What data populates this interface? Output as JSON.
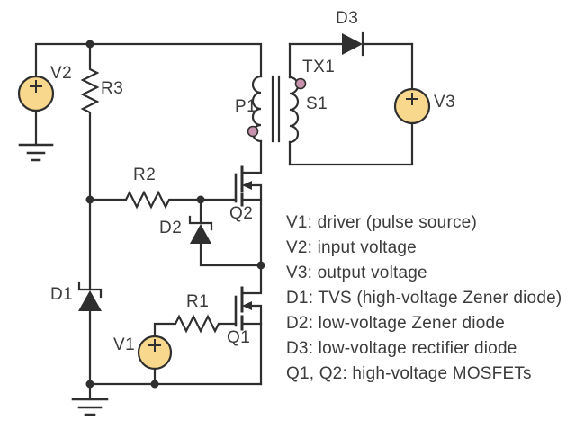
{
  "diagram": {
    "kind": "circuit-schematic",
    "description": "Two-switch flyback style circuit with transformer TX1, driver V1, input V2, output V3"
  },
  "labels": {
    "v1": "V1",
    "v2": "V2",
    "v3": "V3",
    "r1": "R1",
    "r2": "R2",
    "r3": "R3",
    "d1": "D1",
    "d2": "D2",
    "d3": "D3",
    "q1": "Q1",
    "q2": "Q2",
    "p1": "P1",
    "s1": "S1",
    "tx1": "TX1"
  },
  "sources": {
    "v1_polarity_mark": "+",
    "v2_polarity_mark": "+",
    "v3_polarity_mark": "+"
  },
  "legend": {
    "lines": [
      "V1: driver (pulse source)",
      "V2: input voltage",
      "V3: output voltage",
      "D1: TVS (high-voltage Zener diode)",
      "D2: low-voltage Zener diode",
      "D3: low-voltage rectifier diode",
      "Q1, Q2: high-voltage MOSFETs"
    ]
  },
  "colors": {
    "wire": "#2f2f2f",
    "fill_source": "#f7d88c",
    "fill_dot": "#c792ab",
    "text": "#3c3c3c",
    "bg": "#ffffff"
  }
}
